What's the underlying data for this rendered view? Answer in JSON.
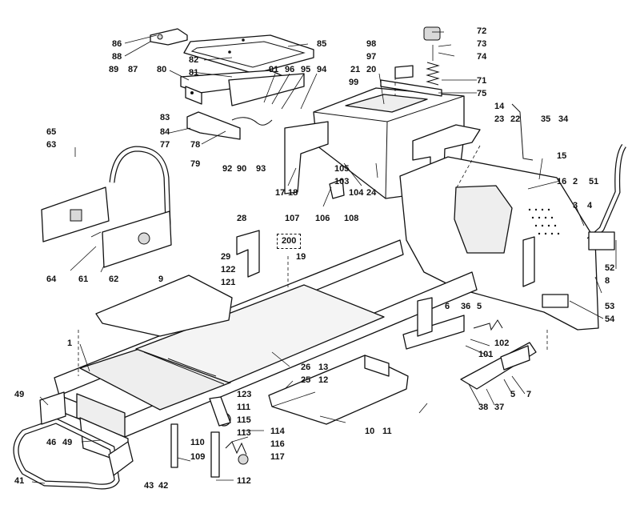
{
  "labels": [
    {
      "id": "86",
      "text": "86"
    },
    {
      "id": "88",
      "text": "88"
    },
    {
      "id": "89",
      "text": "89"
    },
    {
      "id": "87",
      "text": "87"
    },
    {
      "id": "82",
      "text": "82"
    },
    {
      "id": "85",
      "text": "85"
    },
    {
      "id": "80",
      "text": "80"
    },
    {
      "id": "81",
      "text": "81"
    },
    {
      "id": "91",
      "text": "91"
    },
    {
      "id": "96",
      "text": "96"
    },
    {
      "id": "95",
      "text": "95"
    },
    {
      "id": "94",
      "text": "94"
    },
    {
      "id": "83",
      "text": "83"
    },
    {
      "id": "84",
      "text": "84"
    },
    {
      "id": "77",
      "text": "77"
    },
    {
      "id": "78",
      "text": "78"
    },
    {
      "id": "79",
      "text": "79"
    },
    {
      "id": "92",
      "text": "92"
    },
    {
      "id": "90",
      "text": "90"
    },
    {
      "id": "93",
      "text": "93"
    },
    {
      "id": "98",
      "text": "98"
    },
    {
      "id": "97",
      "text": "97"
    },
    {
      "id": "21",
      "text": "21"
    },
    {
      "id": "20",
      "text": "20"
    },
    {
      "id": "99",
      "text": "99"
    },
    {
      "id": "72",
      "text": "72"
    },
    {
      "id": "73",
      "text": "73"
    },
    {
      "id": "74",
      "text": "74"
    },
    {
      "id": "71",
      "text": "71"
    },
    {
      "id": "75",
      "text": "75"
    },
    {
      "id": "14",
      "text": "14"
    },
    {
      "id": "23",
      "text": "23"
    },
    {
      "id": "22",
      "text": "22"
    },
    {
      "id": "35",
      "text": "35"
    },
    {
      "id": "34",
      "text": "34"
    },
    {
      "id": "65",
      "text": "65"
    },
    {
      "id": "63",
      "text": "63"
    },
    {
      "id": "17",
      "text": "17"
    },
    {
      "id": "18",
      "text": "18"
    },
    {
      "id": "105",
      "text": "105"
    },
    {
      "id": "103",
      "text": "103"
    },
    {
      "id": "104",
      "text": "104"
    },
    {
      "id": "24",
      "text": "24"
    },
    {
      "id": "15",
      "text": "15"
    },
    {
      "id": "16",
      "text": "16"
    },
    {
      "id": "2",
      "text": "2"
    },
    {
      "id": "51",
      "text": "51"
    },
    {
      "id": "3",
      "text": "3"
    },
    {
      "id": "4",
      "text": "4"
    },
    {
      "id": "107",
      "text": "107"
    },
    {
      "id": "106",
      "text": "106"
    },
    {
      "id": "108",
      "text": "108"
    },
    {
      "id": "28",
      "text": "28"
    },
    {
      "id": "200",
      "text": "200"
    },
    {
      "id": "29",
      "text": "29"
    },
    {
      "id": "19",
      "text": "19"
    },
    {
      "id": "122",
      "text": "122"
    },
    {
      "id": "121",
      "text": "121"
    },
    {
      "id": "64",
      "text": "64"
    },
    {
      "id": "61",
      "text": "61"
    },
    {
      "id": "62",
      "text": "62"
    },
    {
      "id": "9",
      "text": "9"
    },
    {
      "id": "52",
      "text": "52"
    },
    {
      "id": "8",
      "text": "8"
    },
    {
      "id": "53",
      "text": "53"
    },
    {
      "id": "54",
      "text": "54"
    },
    {
      "id": "6",
      "text": "6"
    },
    {
      "id": "36",
      "text": "36"
    },
    {
      "id": "5a",
      "text": "5"
    },
    {
      "id": "1",
      "text": "1"
    },
    {
      "id": "102",
      "text": "102"
    },
    {
      "id": "101",
      "text": "101"
    },
    {
      "id": "26",
      "text": "26"
    },
    {
      "id": "13",
      "text": "13"
    },
    {
      "id": "25",
      "text": "25"
    },
    {
      "id": "12",
      "text": "12"
    },
    {
      "id": "123",
      "text": "123"
    },
    {
      "id": "111",
      "text": "111"
    },
    {
      "id": "115",
      "text": "115"
    },
    {
      "id": "38",
      "text": "38"
    },
    {
      "id": "37",
      "text": "37"
    },
    {
      "id": "5b",
      "text": "5"
    },
    {
      "id": "7",
      "text": "7"
    },
    {
      "id": "49a",
      "text": "49"
    },
    {
      "id": "46",
      "text": "46"
    },
    {
      "id": "49b",
      "text": "49"
    },
    {
      "id": "110",
      "text": "110"
    },
    {
      "id": "113",
      "text": "113"
    },
    {
      "id": "114",
      "text": "114"
    },
    {
      "id": "116",
      "text": "116"
    },
    {
      "id": "117",
      "text": "117"
    },
    {
      "id": "109",
      "text": "109"
    },
    {
      "id": "10",
      "text": "10"
    },
    {
      "id": "11",
      "text": "11"
    },
    {
      "id": "41",
      "text": "41"
    },
    {
      "id": "43",
      "text": "43"
    },
    {
      "id": "42",
      "text": "42"
    },
    {
      "id": "112",
      "text": "112"
    }
  ]
}
